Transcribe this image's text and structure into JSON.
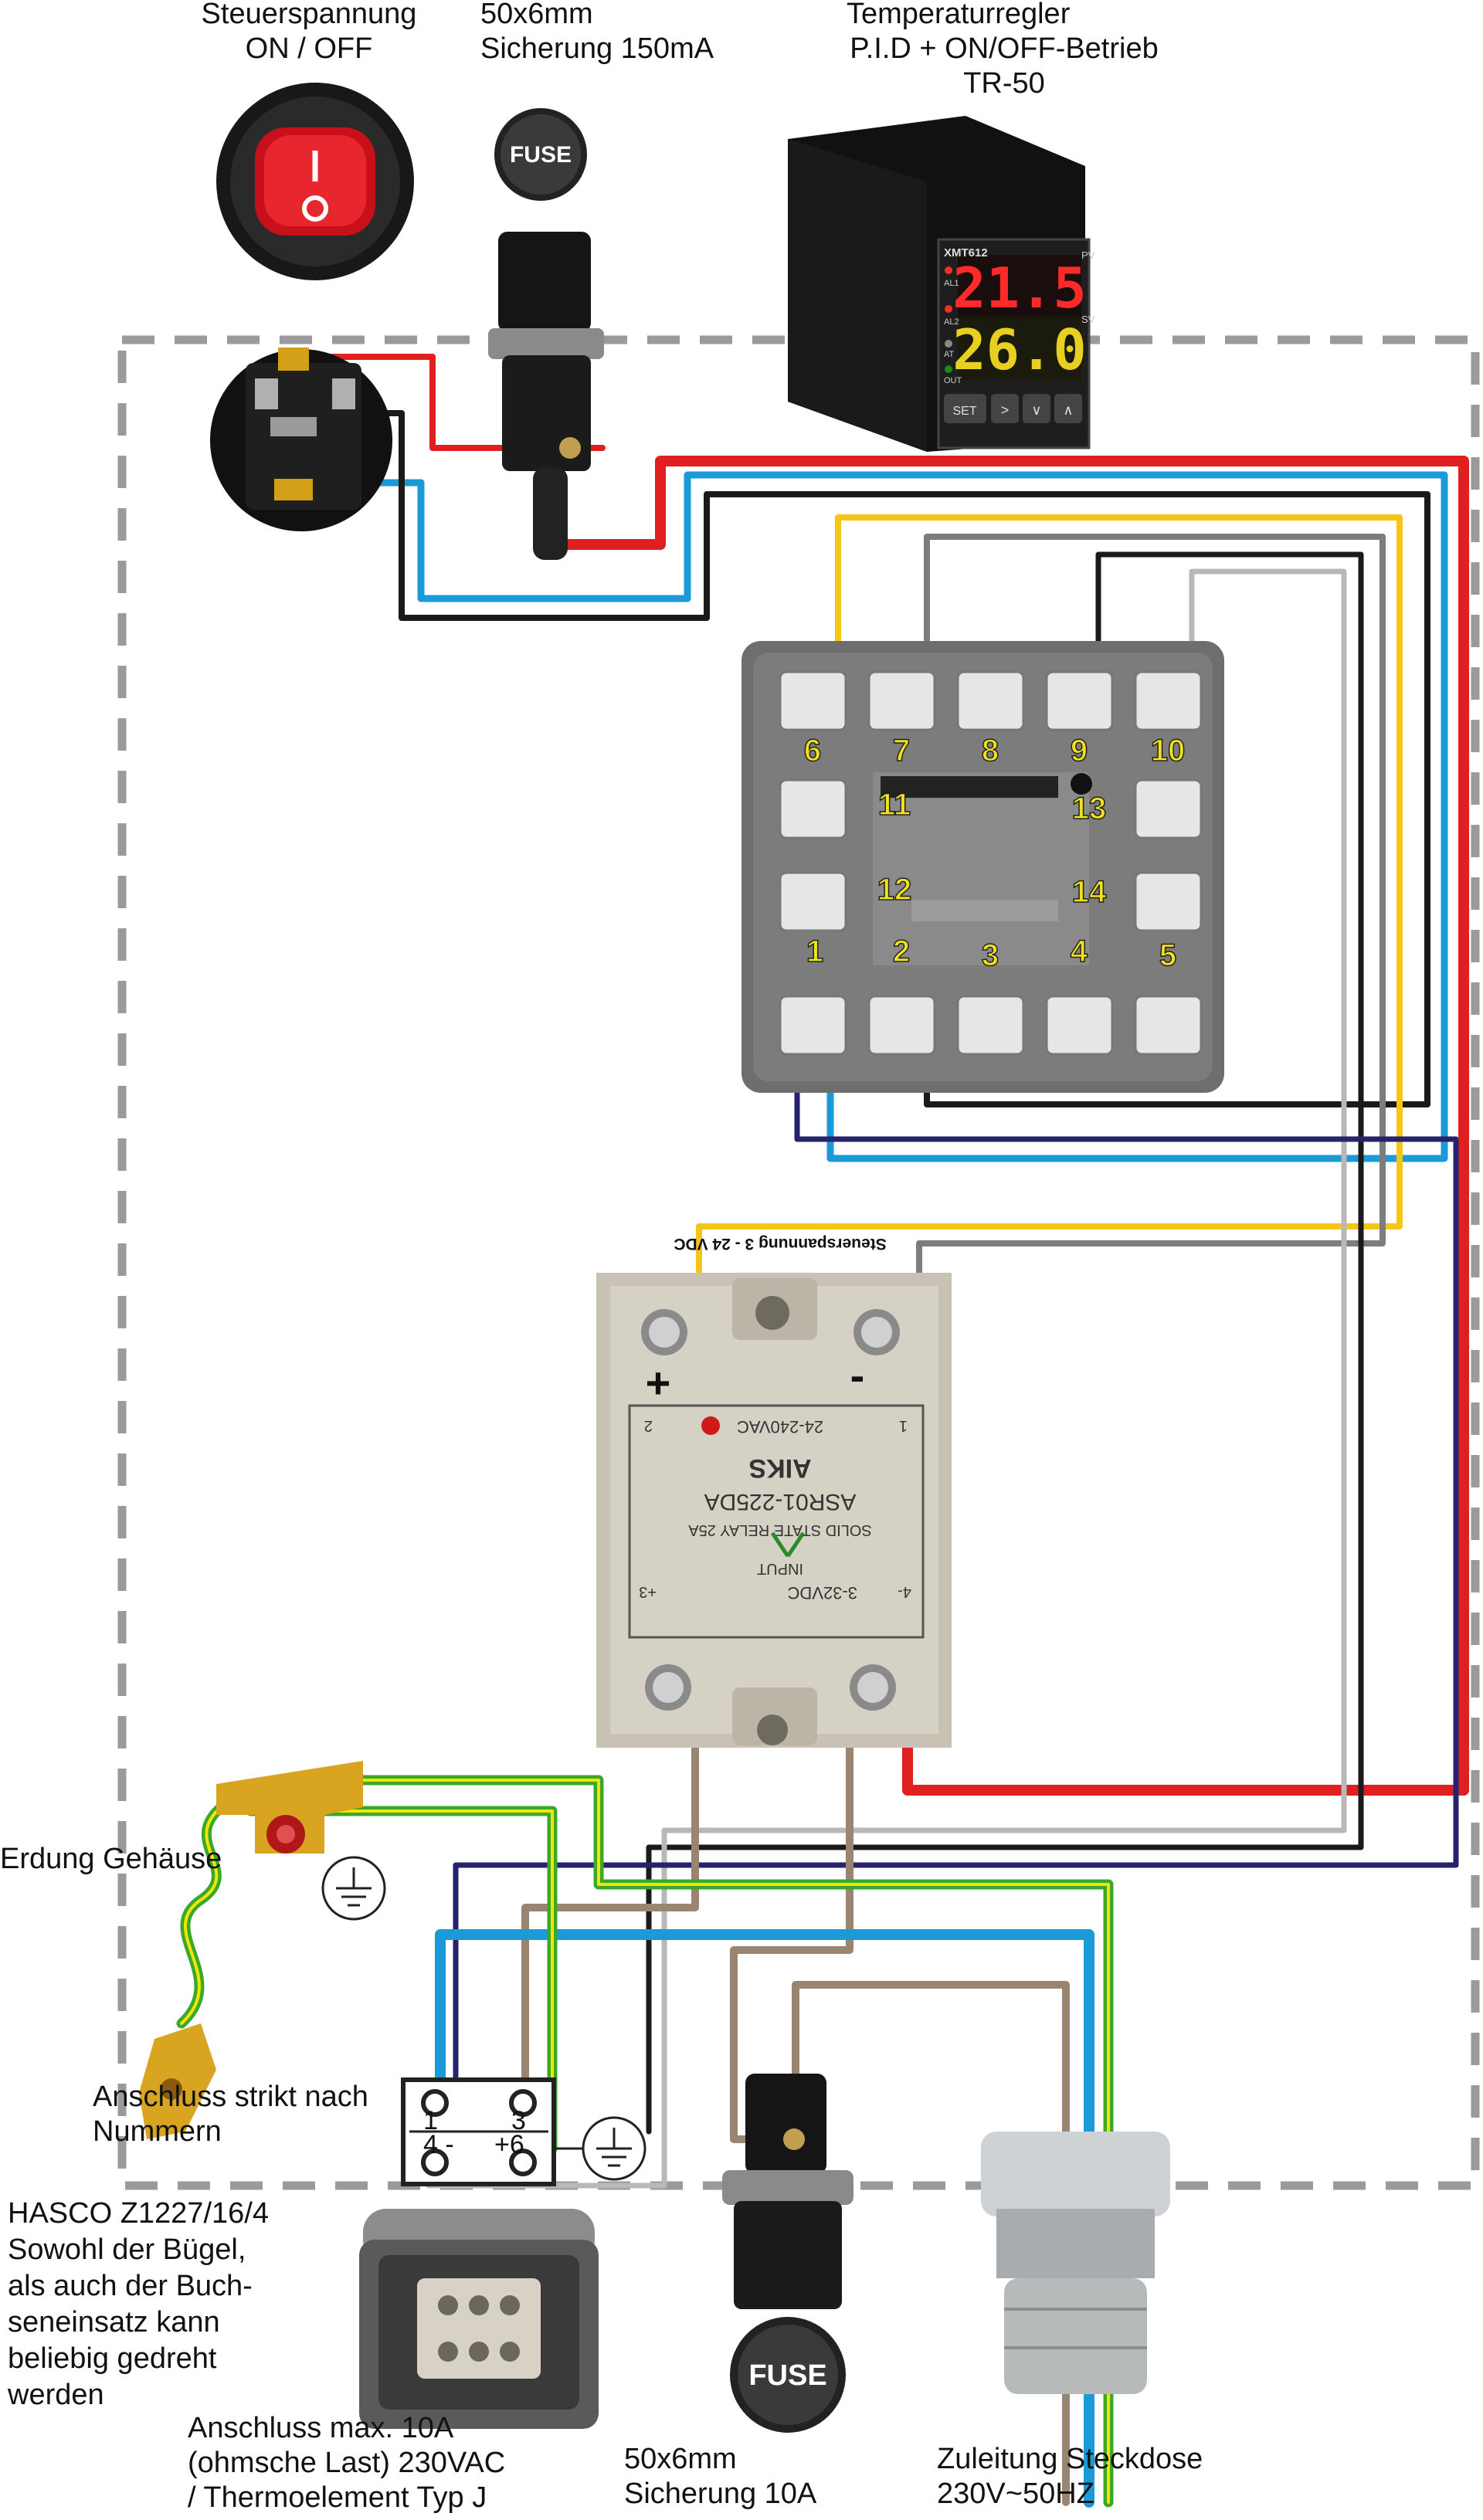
{
  "labels": {
    "switch": [
      "Steuerspannung",
      "ON / OFF"
    ],
    "fuse_top": [
      "50x6mm",
      "Sicherung 150mA"
    ],
    "controller": [
      "Temperaturregler",
      "P.I.D + ON/OFF-Betrieb",
      "TR-50"
    ],
    "ground": "Erdung Gehäuse",
    "terminal_note": [
      "Anschluss strikt nach",
      "Nummern"
    ],
    "hasco": [
      "HASCO Z1227/16/4",
      "Sowohl der Bügel,",
      "als auch der Buch-",
      "seneinsatz kann",
      "beliebig gedreht",
      "werden"
    ],
    "connector_rating": [
      "Anschluss max. 10A",
      "(ohmsche Last) 230VAC",
      "/ Thermoelement Typ J"
    ],
    "fuse_bottom": [
      "50x6mm",
      "Sicherung 10A"
    ],
    "supply": [
      "Zuleitung Steckdose",
      "230V~50HZ"
    ]
  },
  "controller_display": {
    "model": "XMT612",
    "pv_value": "21.5",
    "sv_value": "26.0",
    "pv_tag": "PV",
    "sv_tag": "SV",
    "leds": [
      "AL1",
      "AL2",
      "AT",
      "OUT"
    ],
    "buttons": [
      "SET",
      ">",
      "∨",
      "∧"
    ]
  },
  "fuse_cap_text": "FUSE",
  "socket_pins": {
    "top": [
      "6",
      "7",
      "8",
      "9",
      "10"
    ],
    "middle_left": [
      "11",
      "12"
    ],
    "middle_right": [
      "13",
      "14"
    ],
    "bottom": [
      "1",
      "2",
      "3",
      "4",
      "5"
    ]
  },
  "ssr": {
    "control_label": "Steuerspannung 3 - 24 VDC",
    "plus": "+",
    "minus": "-",
    "brand": "AIKS",
    "model": "ASR01-225DA",
    "type": "SOLID STATE RELAY  25A",
    "input": "INPUT",
    "input_range": "3-32VDC",
    "output_range": "24-240VAC",
    "terminals": [
      "+3",
      "4-",
      "2",
      "1"
    ]
  },
  "terminal_block": {
    "t1": "1",
    "t3": "3",
    "t4": "4 -",
    "t6": "+6"
  },
  "wire_colors": {
    "phase": "#e02020",
    "neutral": "#1a9ad6",
    "black": "#1a1a1a",
    "yellow": "#f5c518",
    "grey": "#7d7d7d",
    "light_grey": "#b8b8b8",
    "navy": "#26226b",
    "brown": "#9a8570",
    "earth_green": "#3aa82a",
    "earth_yellow": "#f2e600"
  }
}
